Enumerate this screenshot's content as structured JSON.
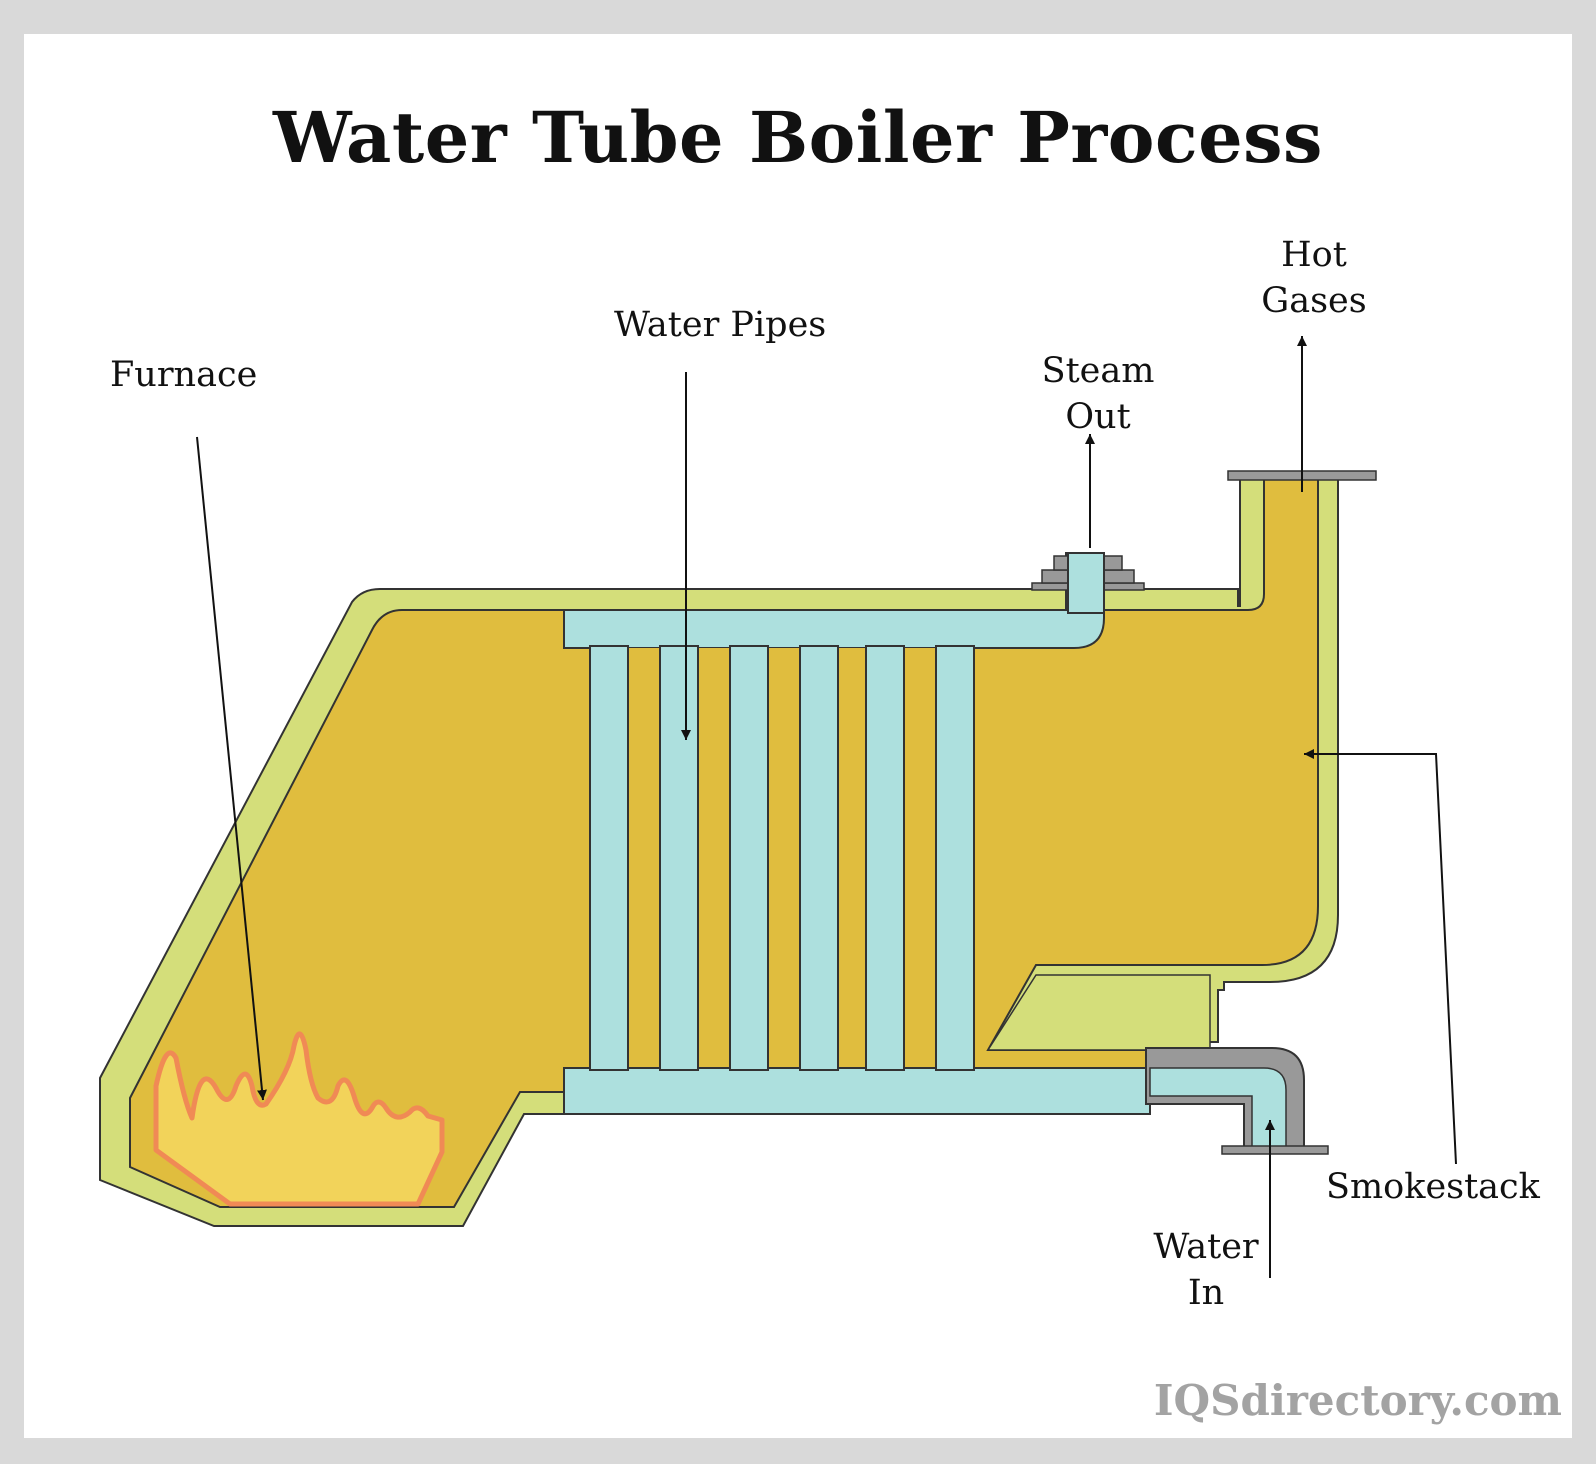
{
  "title": "Water Tube Boiler Process",
  "labels": {
    "furnace": "Furnace",
    "water_pipes": "Water Pipes",
    "steam_out_line1": "Steam",
    "steam_out_line2": "Out",
    "hot_gases_line1": "Hot",
    "hot_gases_line2": "Gases",
    "smokestack": "Smokestack",
    "water_in_line1": "Water",
    "water_in_line2": "In"
  },
  "watermark": "IQSdirectory.com",
  "colors": {
    "outer_wall": "#d4de7a",
    "gas_chamber": "#e0bd3e",
    "water": "#ade0de",
    "flame_fill": "#f2d35a",
    "flame_outline": "#f08a55",
    "fitting": "#999999",
    "outline": "#333333"
  }
}
